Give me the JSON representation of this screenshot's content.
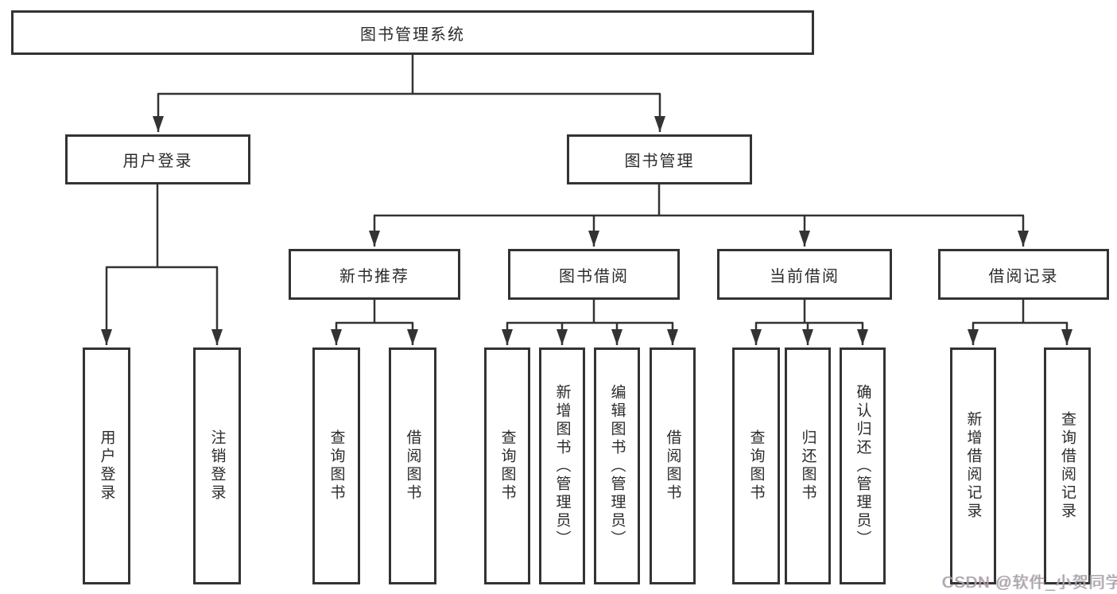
{
  "diagram": {
    "title": "图书管理系统",
    "line_color": "#333333",
    "box_border_color": "#333333",
    "text_color": "#2b2b2b",
    "background": "#ffffff",
    "nodes": {
      "root": {
        "label": "图书管理系统"
      },
      "user_login": {
        "label": "用户登录"
      },
      "book_mgmt": {
        "label": "图书管理"
      },
      "new_book_rec": {
        "label": "新书推荐"
      },
      "book_borrow": {
        "label": "图书借阅"
      },
      "current_borrow": {
        "label": "当前借阅"
      },
      "borrow_record": {
        "label": "借阅记录"
      },
      "ul_login": {
        "label": "用户登录"
      },
      "ul_logout": {
        "label": "注销登录"
      },
      "nbr_query": {
        "label": "查询图书"
      },
      "nbr_borrow": {
        "label": "借阅图书"
      },
      "bb_query": {
        "label": "查询图书"
      },
      "bb_add": {
        "label": "新增图书（管理员）"
      },
      "bb_edit": {
        "label": "编辑图书（管理员）"
      },
      "bb_borrow": {
        "label": "借阅图书"
      },
      "cb_query": {
        "label": "查询图书"
      },
      "cb_return": {
        "label": "归还图书"
      },
      "cb_confirm": {
        "label": "确认归还（管理员）"
      },
      "br_add": {
        "label": "新增借阅记录"
      },
      "br_query": {
        "label": "查询借阅记录"
      }
    },
    "hierarchy": {
      "图书管理系统": [
        "用户登录",
        "图书管理"
      ],
      "用户登录": [
        "用户登录",
        "注销登录"
      ],
      "图书管理": [
        "新书推荐",
        "图书借阅",
        "当前借阅",
        "借阅记录"
      ],
      "新书推荐": [
        "查询图书",
        "借阅图书"
      ],
      "图书借阅": [
        "查询图书",
        "新增图书（管理员）",
        "编辑图书（管理员）",
        "借阅图书"
      ],
      "当前借阅": [
        "查询图书",
        "归还图书",
        "确认归还（管理员）"
      ],
      "借阅记录": [
        "新增借阅记录",
        "查询借阅记录"
      ]
    }
  },
  "watermark": {
    "text": "CSDN @软件_小贺同学",
    "color": "#a6a6a6"
  }
}
